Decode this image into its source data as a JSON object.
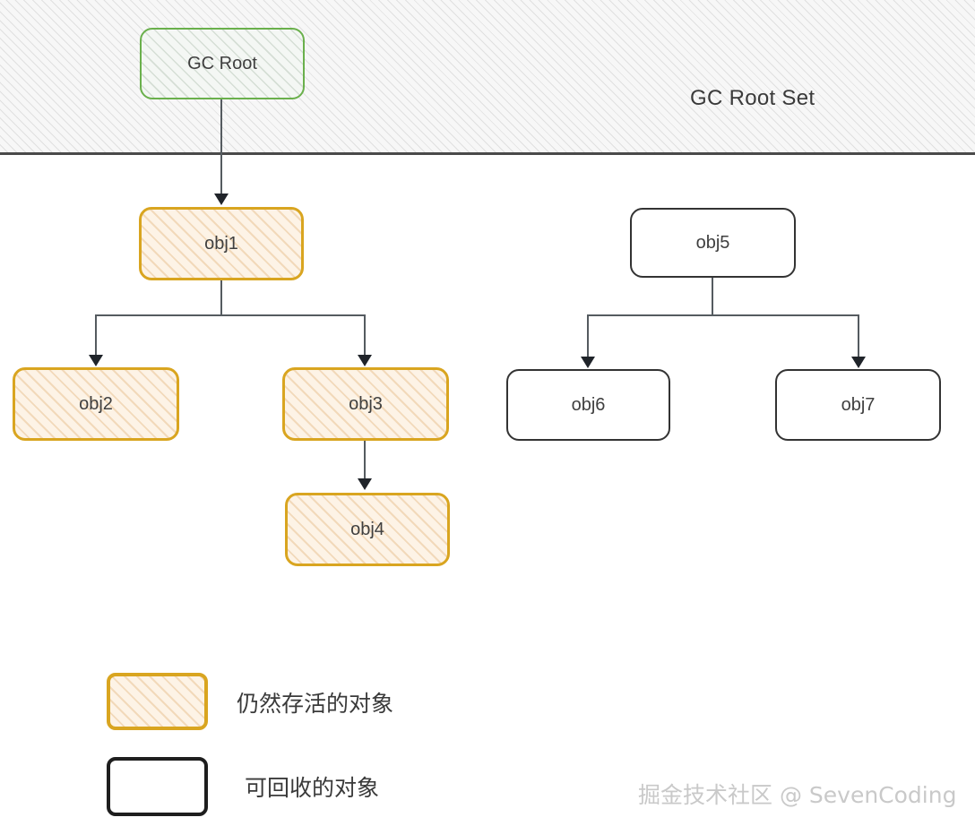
{
  "diagram": {
    "title_label": "GC Root Set",
    "nodes": [
      {
        "id": "gcroot",
        "label": "GC Root",
        "kind": "root"
      },
      {
        "id": "obj1",
        "label": "obj1",
        "kind": "alive"
      },
      {
        "id": "obj2",
        "label": "obj2",
        "kind": "alive"
      },
      {
        "id": "obj3",
        "label": "obj3",
        "kind": "alive"
      },
      {
        "id": "obj4",
        "label": "obj4",
        "kind": "alive"
      },
      {
        "id": "obj5",
        "label": "obj5",
        "kind": "recyclable"
      },
      {
        "id": "obj6",
        "label": "obj6",
        "kind": "recyclable"
      },
      {
        "id": "obj7",
        "label": "obj7",
        "kind": "recyclable"
      }
    ],
    "edges": [
      {
        "from": "gcroot",
        "to": "obj1"
      },
      {
        "from": "obj1",
        "to": "obj2"
      },
      {
        "from": "obj1",
        "to": "obj3"
      },
      {
        "from": "obj3",
        "to": "obj4"
      },
      {
        "from": "obj5",
        "to": "obj6"
      },
      {
        "from": "obj5",
        "to": "obj7"
      }
    ]
  },
  "legend": {
    "items": [
      {
        "swatch": "alive",
        "label": "仍然存活的对象"
      },
      {
        "swatch": "recyclable",
        "label": "可回收的对象"
      }
    ]
  },
  "watermark": {
    "text": "掘金技术社区 @ SevenCoding"
  },
  "colors": {
    "root_border": "#6ab04c",
    "alive_border": "#d9a520",
    "alive_fill": "#fdf3e6",
    "recyclable_border": "#333333",
    "recyclable_fill": "#ffffff",
    "edge": "#555b60",
    "band_fill": "#f7f7f7"
  }
}
